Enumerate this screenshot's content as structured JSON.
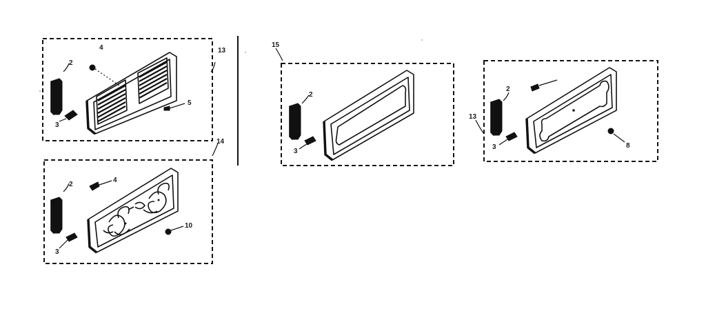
{
  "labels": {
    "kit_a": "13",
    "kit_b": "14",
    "kit_c": "15",
    "kit_d": "13",
    "a_part_2": "2",
    "a_part_3": "3",
    "a_part_4": "4",
    "a_part_5": "5",
    "b_part_2": "2",
    "b_part_3": "3",
    "b_part_4": "4",
    "b_part_10": "10",
    "c_part_2": "2",
    "c_part_3": "3",
    "d_part_2": "2",
    "d_part_3": "3",
    "d_part_8": "8"
  }
}
